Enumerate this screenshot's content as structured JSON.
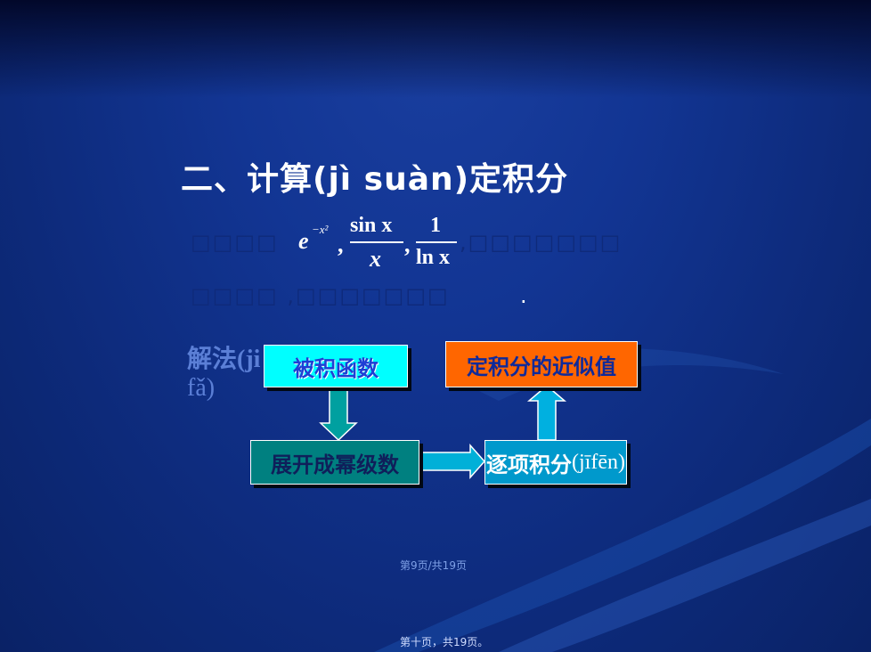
{
  "title": "二、计算(jì suàn)定积分",
  "line1_prefix": "□□□□",
  "formula": {
    "exp_base": "e",
    "exp_power": "−x²",
    "frac1_num": "sin x",
    "frac1_den": "x",
    "frac2_num": "1",
    "frac2_den": "ln x"
  },
  "line1_suffix": ",□□□□□□□",
  "line2_text": "□□□□ ,□□□□□□□",
  "line2_period": ".",
  "method_label_1": "解法(ji",
  "method_label_2": "fǎ)",
  "flow": {
    "integrand": "被积函数",
    "approx": "定积分的近似值",
    "series": "展开成幂级数",
    "termwise_prefix": "逐项积分",
    "termwise_pinyin": "(jīfēn)"
  },
  "footer_page": "第9页/共19页",
  "footer_note": "第十页，共19页。",
  "colors": {
    "background": "#123593",
    "integrand_box": "#00ffff",
    "approx_box": "#ff6600",
    "series_box": "#008080",
    "termwise_box": "#0099cc"
  }
}
